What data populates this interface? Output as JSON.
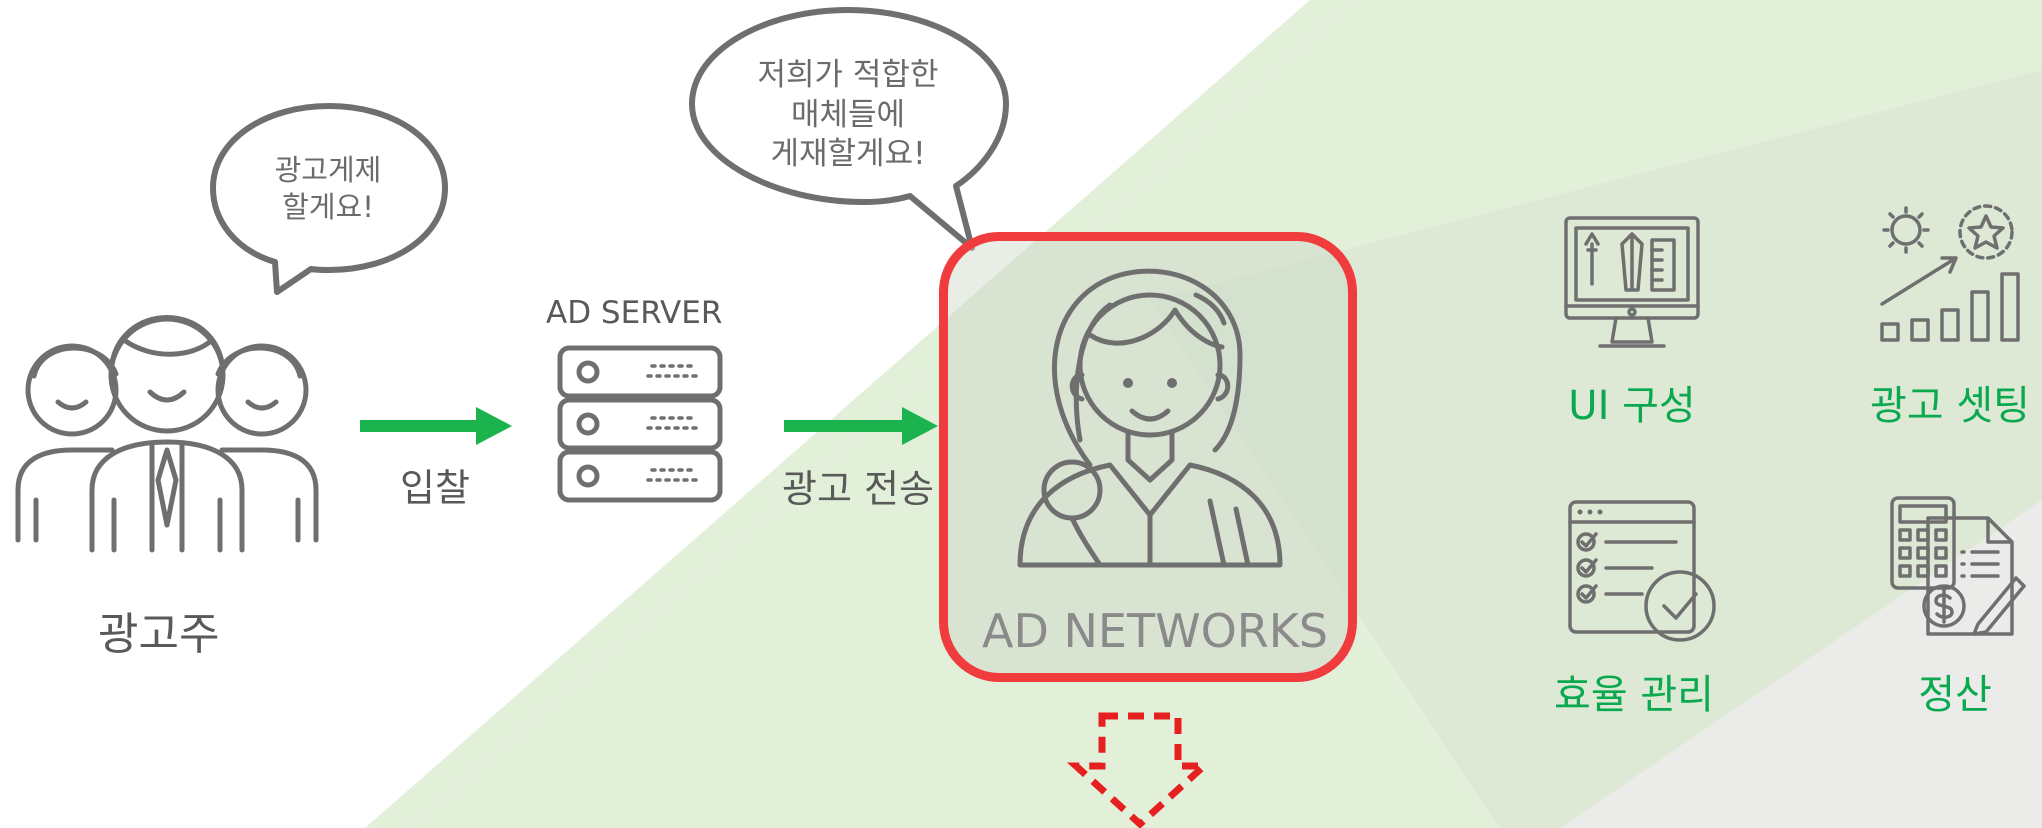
{
  "advertiser": {
    "speech": [
      "광고게제",
      "할게요!"
    ],
    "label": "광고주"
  },
  "bid": {
    "label": "입찰"
  },
  "ad_server": {
    "title": "AD SERVER"
  },
  "transmit": {
    "label": "광고 전송"
  },
  "ad_networks": {
    "speech": [
      "저희가 적합한",
      "매체들에",
      "게재할게요!"
    ],
    "label": "AD NETWORKS"
  },
  "services": [
    {
      "label": "UI 구성",
      "icon": "monitor-design-icon"
    },
    {
      "label": "광고 셋팅",
      "icon": "growth-settings-icon"
    },
    {
      "label": "효율 관리",
      "icon": "checklist-icon"
    },
    {
      "label": "정산",
      "icon": "calculator-invoice-icon"
    }
  ],
  "colors": {
    "arrow_green": "#1bb34e",
    "label_green": "#0aa84f",
    "highlight_red": "#f03c3c",
    "band_green": "#e2efd9",
    "icon_gray": "#6f6f6f"
  }
}
